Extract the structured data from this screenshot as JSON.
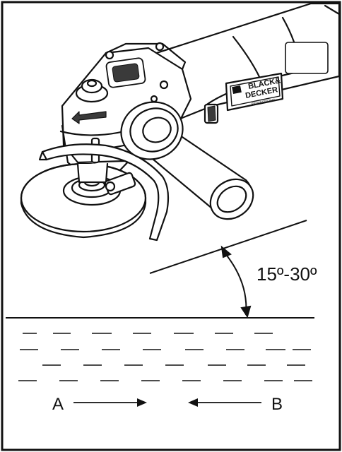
{
  "figure": {
    "angle_label": "15º-30º",
    "direction_a": "A",
    "direction_b": "B",
    "brand_line1": "BLACK&",
    "brand_line2": "DECKER",
    "brand_line3": "PROFESSIONAL"
  },
  "colors": {
    "ink": "#111111",
    "paper": "#ffffff",
    "shade": "#3a3a3a"
  }
}
